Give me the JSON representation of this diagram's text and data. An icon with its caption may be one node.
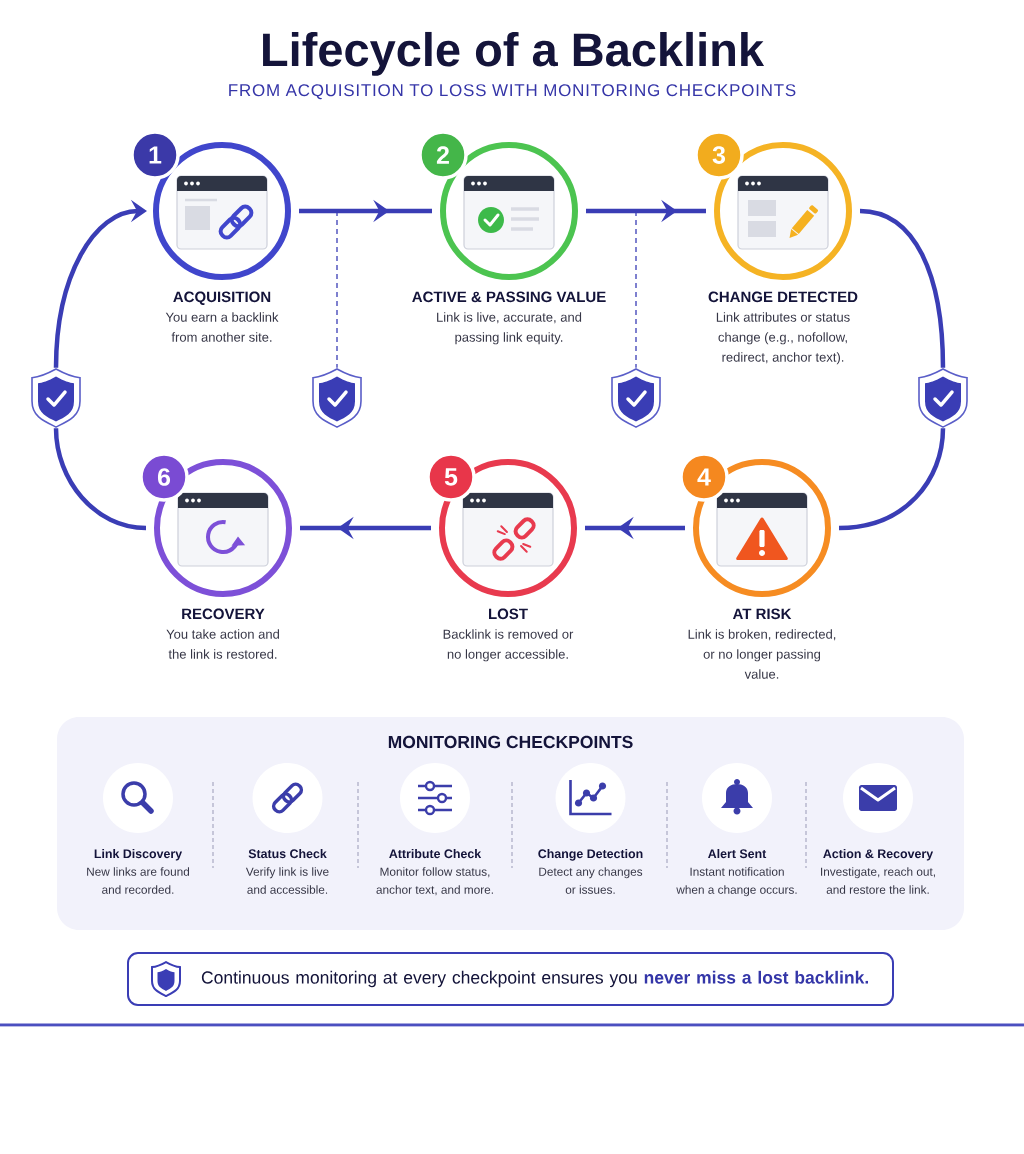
{
  "diagram": {
    "title": "Lifecycle of a Backlink",
    "nodes": [
      {
        "text": [
          "1"
        ]
      },
      {
        "text": [
          "ACQUISITION",
          "You earn a backlink from another site."
        ]
      },
      {
        "text": [
          "2"
        ]
      },
      {
        "text": [
          "ACTIVE & PASSING VALUE",
          "Link is live, accurate, and passing link equity."
        ]
      },
      {
        "text": [
          "3"
        ]
      },
      {
        "text": [
          "CHANGE DETECTED",
          "Link attributes or status change (e.g., nofollow, redirect, anchor text)."
        ]
      },
      {
        "text": [],
        "shape": "shield"
      },
      {
        "text": [],
        "shape": "shield"
      },
      {
        "text": [],
        "shape": "shield"
      },
      {
        "text": [],
        "shape": "shield"
      },
      {
        "text": [
          "6"
        ]
      },
      {
        "text": [
          "RECOVERY",
          "You take action and the link is restored."
        ]
      },
      {
        "text": [
          "5"
        ]
      },
      {
        "text": [
          "LOST",
          "Backlink is removed or no longer accessible."
        ]
      },
      {
        "text": [
          "4"
        ]
      },
      {
        "text": [
          "AT RISK",
          "Link is broken, redirected, or no longer passing value."
        ]
      },
      {
        "text": [
          "MONITORING CHECKPOINTS"
        ]
      },
      {
        "text": [
          "Link Discovery",
          "New links are found and recorded."
        ],
        "in": 16
      },
      {
        "text": [
          "Status Check",
          "Verify link is live and accessible."
        ],
        "in": 16
      },
      {
        "text": [
          "Attribute Check",
          "Monitor follow status, anchor text, and more."
        ],
        "in": 16
      },
      {
        "text": [
          "Change Detection",
          "Detect any changes or issues."
        ],
        "in": 16
      },
      {
        "text": [
          "Alert Sent",
          "Instant notification when a change occurs."
        ],
        "in": 16
      },
      {
        "text": [
          "Action & Recovery",
          "Investigate, reach out, and restore the link."
        ],
        "in": 16
      },
      {
        "text": [
          "Continuous monitoring at every checkpoint ensures you **never miss a lost backlink.**"
        ]
      }
    ],
    "edges": [
      {
        "from": 1,
        "to": 3,
        "arrow": "to"
      },
      {
        "from": 3,
        "to": 5,
        "arrow": "to"
      },
      {
        "from": null,
        "to": 7,
        "arrow": "none",
        "style": "dashed"
      },
      {
        "from": null,
        "to": 8,
        "arrow": "none",
        "style": "dashed"
      },
      {
        "from": 5,
        "to": 9,
        "arrow": "none"
      },
      {
        "from": 9,
        "to": 15,
        "arrow": "none"
      },
      {
        "from": 15,
        "to": 13,
        "arrow": "to"
      },
      {
        "from": 13,
        "to": 11,
        "arrow": "to"
      },
      {
        "from": 11,
        "to": 6,
        "arrow": "none"
      },
      {
        "from": 6,
        "to": 1,
        "arrow": "to"
      }
    ],
    "labels": [
      "FROM ACQUISITION TO LOSS WITH MONITORING CHECKPOINTS"
    ]
  }
}
